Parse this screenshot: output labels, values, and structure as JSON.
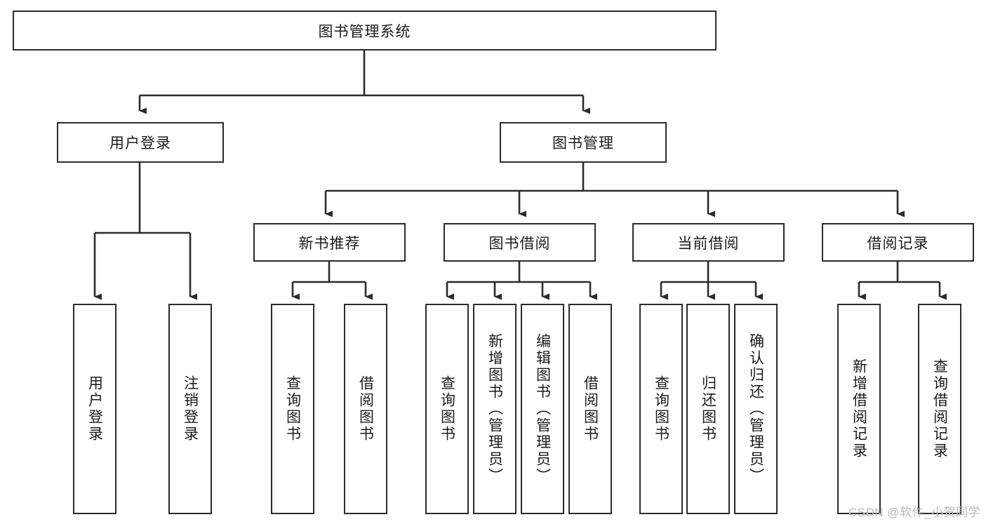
{
  "diagram": {
    "title": "图书管理系统",
    "type": "hierarchy-tree",
    "watermark": "CSDN @软件_小贺同学",
    "root": {
      "label": "图书管理系统"
    },
    "level1": [
      {
        "label": "用户登录"
      },
      {
        "label": "图书管理"
      }
    ],
    "level2": [
      {
        "label": "新书推荐"
      },
      {
        "label": "图书借阅"
      },
      {
        "label": "当前借阅"
      },
      {
        "label": "借阅记录"
      }
    ],
    "leaves": [
      {
        "label": "用户登录",
        "parent": "用户登录"
      },
      {
        "label": "注销登录",
        "parent": "用户登录"
      },
      {
        "label": "查询图书",
        "parent": "新书推荐"
      },
      {
        "label": "借阅图书",
        "parent": "新书推荐"
      },
      {
        "label": "查询图书",
        "parent": "图书借阅"
      },
      {
        "label": "新增图书（管理员）",
        "parent": "图书借阅"
      },
      {
        "label": "编辑图书（管理员）",
        "parent": "图书借阅"
      },
      {
        "label": "借阅图书",
        "parent": "图书借阅"
      },
      {
        "label": "查询图书",
        "parent": "当前借阅"
      },
      {
        "label": "归还图书",
        "parent": "当前借阅"
      },
      {
        "label": "确认归还（管理员）",
        "parent": "当前借阅"
      },
      {
        "label": "新增借阅记录",
        "parent": "借阅记录"
      },
      {
        "label": "查询借阅记录",
        "parent": "借阅记录"
      }
    ],
    "colors": {
      "stroke": "#2b2b2b",
      "fill": "#ffffff",
      "text": "#1b1b1b",
      "watermark": "#b9b9b9"
    }
  }
}
